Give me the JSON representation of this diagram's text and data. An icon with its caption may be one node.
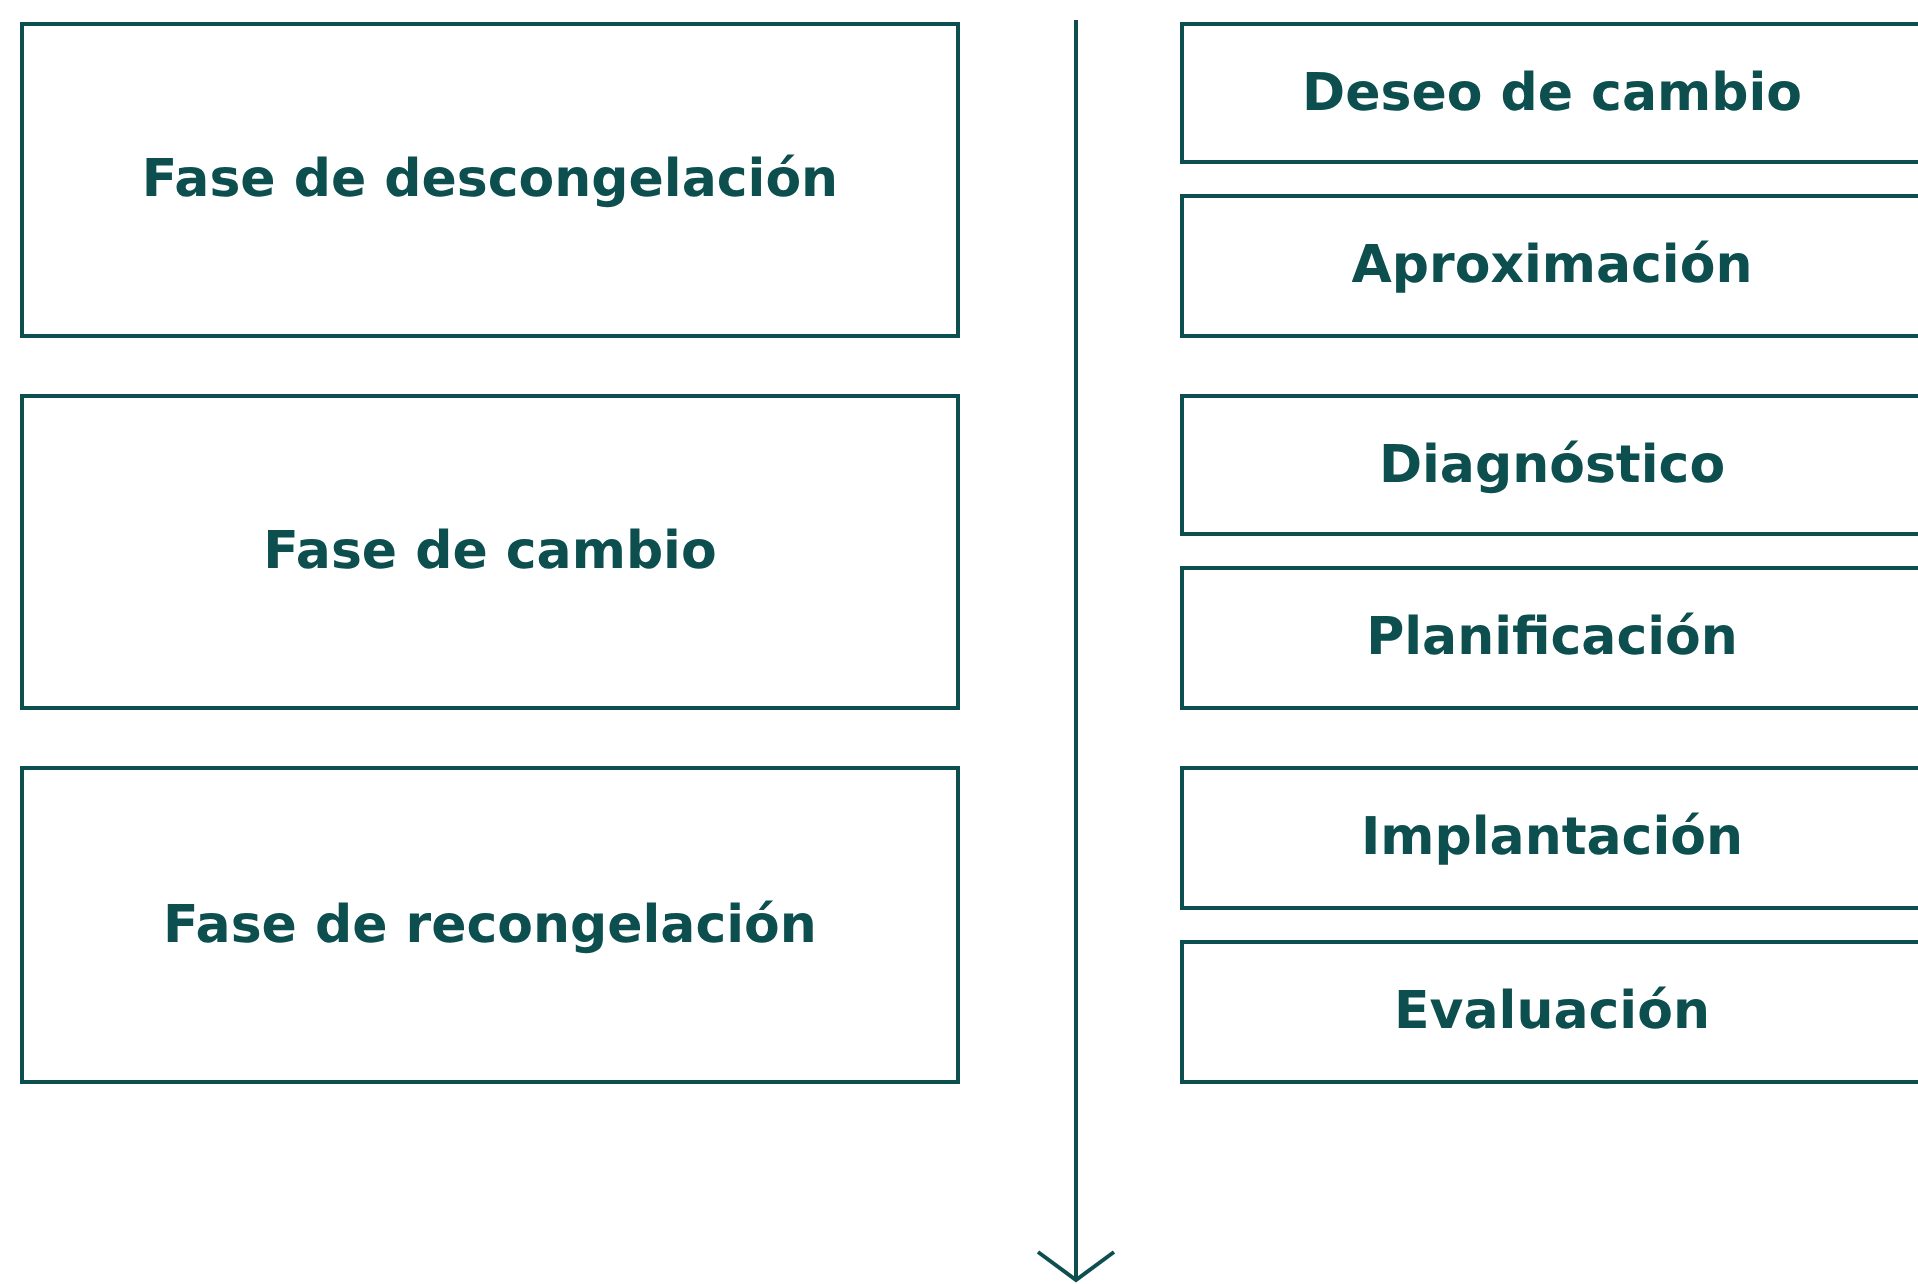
{
  "diagram": {
    "nodes": [
      {
        "text": [
          "Fase de descongelación"
        ]
      },
      {
        "text": [
          "Deseo de cambio"
        ]
      },
      {
        "text": [
          "Aproximación"
        ]
      },
      {
        "text": [
          "Fase de cambio"
        ]
      },
      {
        "text": [
          "Diagnóstico"
        ]
      },
      {
        "text": [
          "Planificación"
        ]
      },
      {
        "text": [
          "Fase de recongelación"
        ]
      },
      {
        "text": [
          "Implantación"
        ]
      },
      {
        "text": [
          "Evaluación"
        ]
      }
    ]
  }
}
